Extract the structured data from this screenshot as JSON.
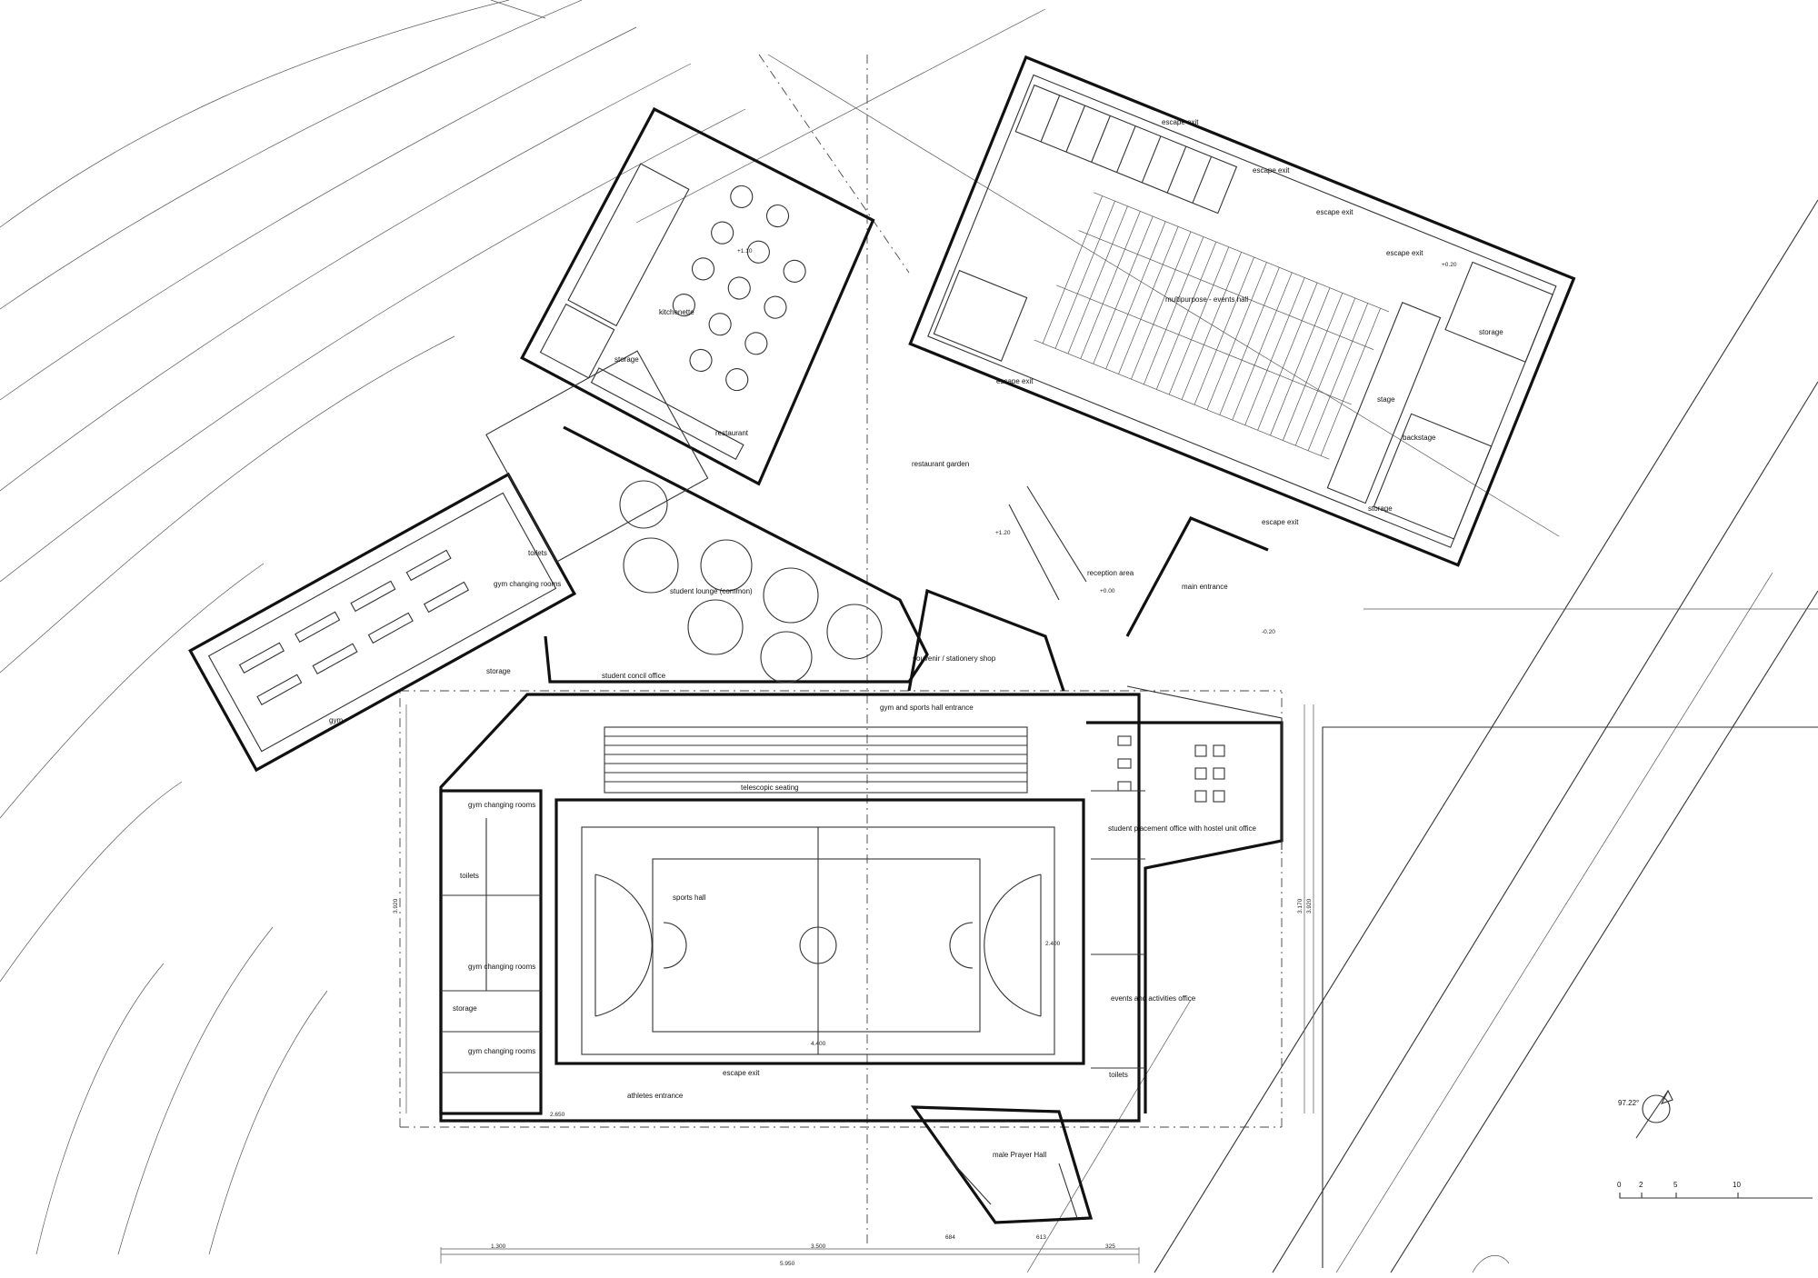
{
  "rooms": {
    "escape_exit": "escape exit",
    "multipurpose": "multipurpose - events hall",
    "stage": "stage",
    "backstage": "backstage",
    "storage": "storage",
    "main_entrance": "main entrance",
    "reception_area": "reception area",
    "restaurant_garden": "restaurant garden",
    "restaurant": "restaurant",
    "storage_kitchen": "kitchenette",
    "student_lounge": "student lounge (common)",
    "toilets": "toilets",
    "gym_changing_rooms": "gym changing rooms",
    "student_council_office": "student concil office",
    "souvenir_shop": "souvenir / stationery shop",
    "gym": "gym",
    "gym_sports_hall_entrance": "gym and sports hall entrance",
    "telescopic_seating": "telescopic seating",
    "sports_hall": "sports hall",
    "athletes_entrance": "athletes entrance",
    "student_placement": "student placement office with hostel unit office",
    "events_office": "events and activities office",
    "male_prayer_hall": "male Prayer Hall"
  },
  "dimensions": {
    "total_width": "5.950",
    "left_seg": "1.300",
    "mid_seg": "3.500",
    "right_seg_a": "684",
    "right_seg_b": "613",
    "right_seg_c": "325",
    "court_width": "4.400",
    "court_length": "2.400",
    "left_height": "3.920",
    "right_height_a": "3.170",
    "right_height_b": "3.920",
    "bottom_run": "2.650",
    "levels": [
      "+0.20",
      "+0.00",
      "-0.20",
      "+1.10",
      "+1.20"
    ]
  },
  "north": {
    "angle": "97.22°"
  },
  "scale": {
    "ticks": [
      "0",
      "2",
      "5",
      "10"
    ]
  }
}
